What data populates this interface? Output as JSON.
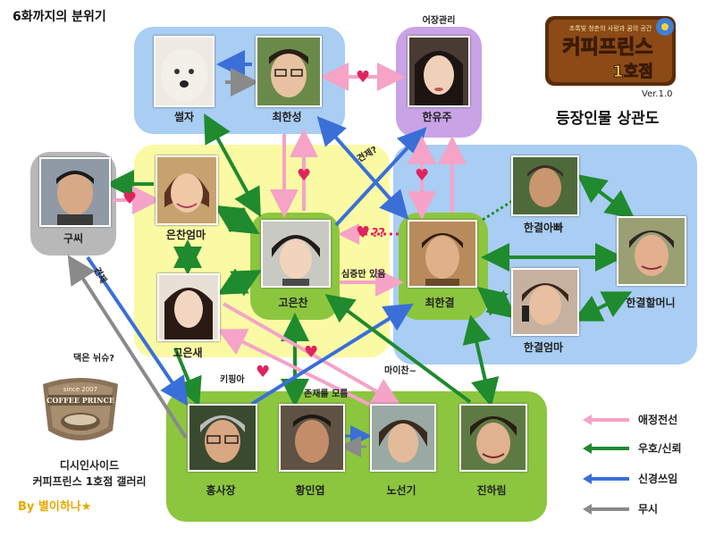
{
  "header": {
    "page_title": "6화까지의 분위기",
    "chart_title": "등장인물 상관도",
    "version": "Ver.1.0",
    "logo": {
      "tagline": "초록빛 청춘의 사랑과 꿈의 공간",
      "title": "커피프린스",
      "branch": "1호점"
    }
  },
  "colors": {
    "affection": "#f5a3c7",
    "friendship": "#1f8a2e",
    "rivalry": "#3a6fd8",
    "ignore": "#8a8a8a",
    "zone_blue": "#a9cdf3",
    "zone_yellow": "#fbfaa4",
    "zone_green": "#8cc63f",
    "zone_purple": "#c9a3e6",
    "zone_gray": "#b8b8b8"
  },
  "nodes": [
    {
      "id": "seolja",
      "label": "썰자"
    },
    {
      "id": "hansung",
      "label": "최한성"
    },
    {
      "id": "yuju",
      "label": "한유주",
      "sublabel": "어장관리"
    },
    {
      "id": "gussi",
      "label": "구씨"
    },
    {
      "id": "eunchan_mom",
      "label": "은찬엄마"
    },
    {
      "id": "eunchan",
      "label": "고은찬"
    },
    {
      "id": "hangyeol",
      "label": "최한결"
    },
    {
      "id": "hangyeol_dad",
      "label": "한결아빠"
    },
    {
      "id": "hangyeol_grandma",
      "label": "한결할머니"
    },
    {
      "id": "hangyeol_mom",
      "label": "한결엄마"
    },
    {
      "id": "eunsae",
      "label": "고은새"
    },
    {
      "id": "boss_hong",
      "label": "홍사장"
    },
    {
      "id": "minyeop",
      "label": "황민엽"
    },
    {
      "id": "seongi",
      "label": "노선기"
    },
    {
      "id": "harim",
      "label": "진하림"
    }
  ],
  "annotations": {
    "gyeonje_top": "견제?",
    "gyeonje_left": "견제",
    "dakeun": "댁은 뉘슈?",
    "suspect": "심증만 있음",
    "question_hearts": "??",
    "crush": "키핑아",
    "unaware": "존재를 모름",
    "mine": "마이찬~"
  },
  "legend": [
    {
      "label": "애정전선",
      "kind": "affection"
    },
    {
      "label": "우호/신뢰",
      "kind": "friendship"
    },
    {
      "label": "신경쓰임",
      "kind": "rivalry"
    },
    {
      "label": "무시",
      "kind": "ignore"
    }
  ],
  "seal": {
    "top": "since 2007",
    "name": "COFFEE PRINCE"
  },
  "credits": {
    "line1": "디시인사이드",
    "line2": "커피프린스 1호점 갤러리",
    "author": "By 별이하나★"
  }
}
